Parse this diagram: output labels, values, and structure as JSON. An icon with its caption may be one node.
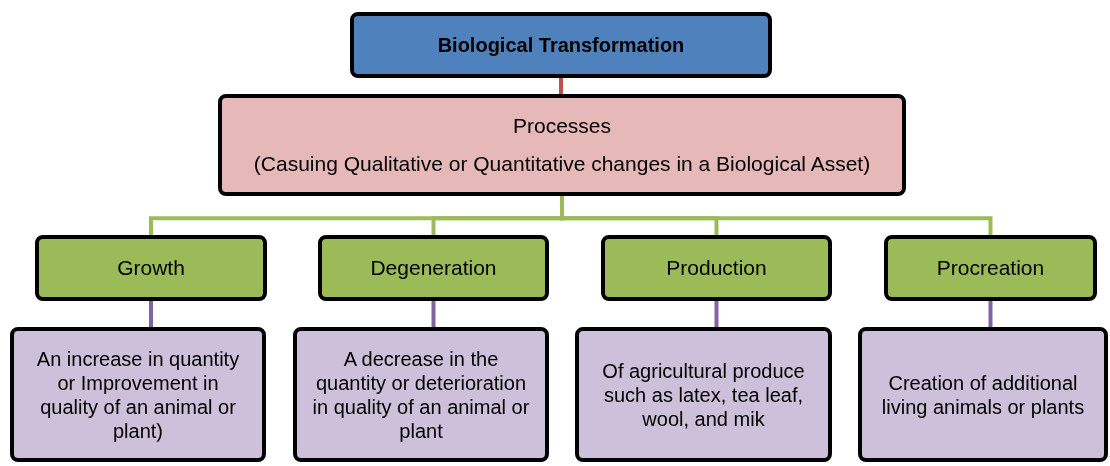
{
  "diagram": {
    "nodes": [
      {
        "text": [
          "Biological Transformation"
        ]
      },
      {
        "text": [
          "Processes",
          "(Casuing Qualitative or Quantitative changes in a Biological  Asset)"
        ]
      },
      {
        "text": [
          "Growth"
        ]
      },
      {
        "text": [
          "Degeneration"
        ]
      },
      {
        "text": [
          "Production"
        ]
      },
      {
        "text": [
          "Procreation"
        ]
      },
      {
        "text": [
          "An increase in quantity or Improvement in quality of an animal or plant)"
        ]
      },
      {
        "text": [
          "A decrease in the quantity or deterioration in quality of an animal or plant"
        ]
      },
      {
        "text": [
          "Of agricultural produce such as latex, tea leaf, wool, and mik"
        ]
      },
      {
        "text": [
          "Creation of additional living animals or plants"
        ]
      }
    ],
    "edges": [
      {
        "from": 0,
        "to": 1,
        "arrow": "none",
        "color": "#c0504d"
      },
      {
        "from": 1,
        "to": 2,
        "arrow": "none"
      },
      {
        "from": 1,
        "to": 3,
        "arrow": "none"
      },
      {
        "from": 1,
        "to": 4,
        "arrow": "none"
      },
      {
        "from": 1,
        "to": 5,
        "arrow": "none"
      },
      {
        "from": 2,
        "to": 6,
        "arrow": "none",
        "color": "#8064a2"
      },
      {
        "from": 3,
        "to": 7,
        "arrow": "none",
        "color": "#8064a2"
      },
      {
        "from": 4,
        "to": 8,
        "arrow": "none",
        "color": "#8064a2"
      },
      {
        "from": 5,
        "to": 9,
        "arrow": "none",
        "color": "#8064a2"
      }
    ]
  }
}
